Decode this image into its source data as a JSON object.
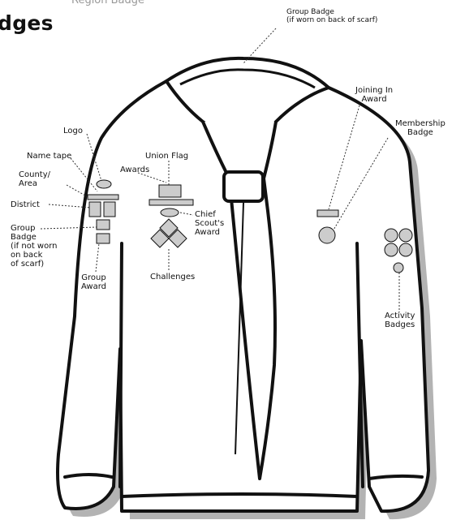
{
  "header": {
    "title_fragment": "dges",
    "top_label": "Region Badge"
  },
  "labels": {
    "group_badge_back": [
      "Group Badge",
      "(if worn on back of scarf)"
    ],
    "joining_in": [
      "Joining In",
      "Award"
    ],
    "membership": [
      "Membership",
      "Badge"
    ],
    "logo": [
      "Logo"
    ],
    "name_tape": [
      "Name tape"
    ],
    "county_area": [
      "County/",
      "Area"
    ],
    "district": [
      "District"
    ],
    "group_badge_front": [
      "Group",
      "Badge",
      "(if not worn",
      "on back",
      "of scarf)"
    ],
    "group_award": [
      "Group",
      "Award"
    ],
    "union_flag": [
      "Union Flag"
    ],
    "awards": [
      "Awards"
    ],
    "chief_scout": [
      "Chief",
      "Scout's",
      "Award"
    ],
    "challenges": [
      "Challenges"
    ],
    "activity_badges": [
      "Activity",
      "Badges"
    ]
  },
  "colors": {
    "badge_fill": "#cccccc",
    "outline": "#111111",
    "shadow": "#b3b3b3",
    "leader": "#333333"
  }
}
